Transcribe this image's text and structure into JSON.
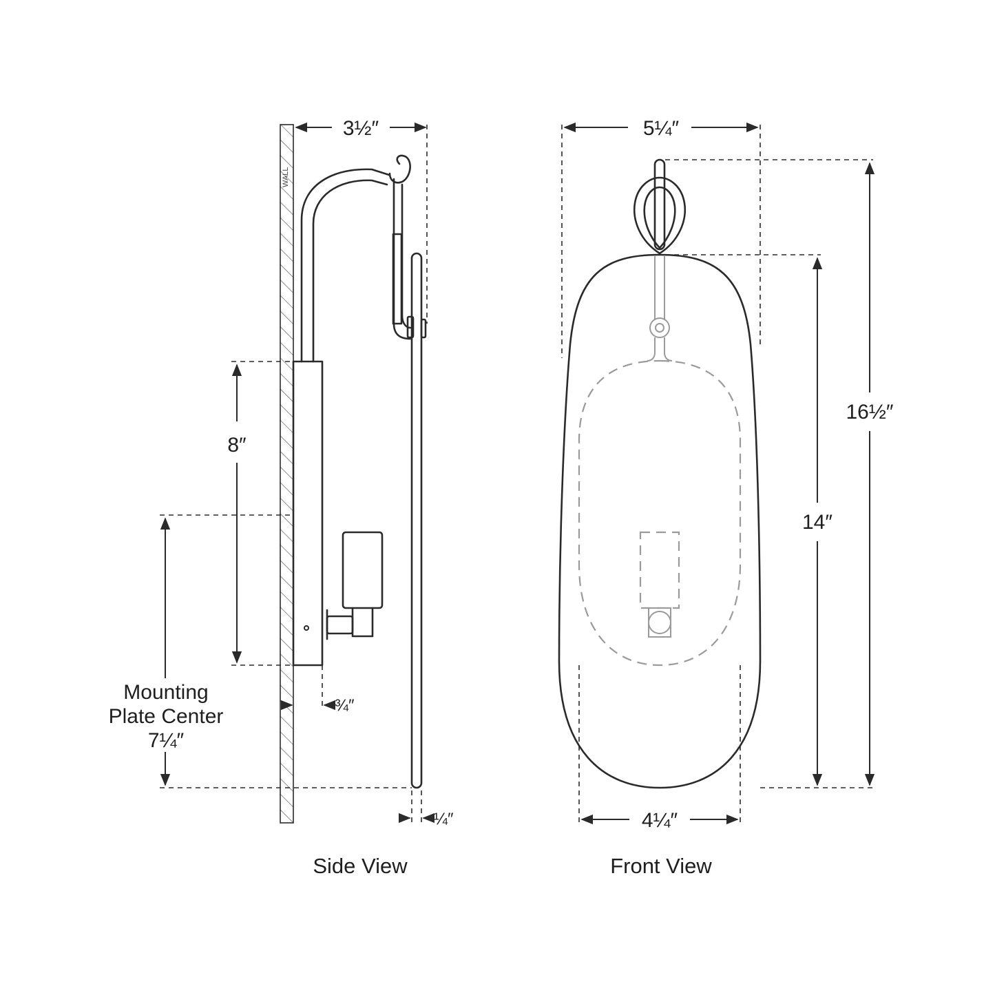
{
  "side_view": {
    "caption": "Side View",
    "wall_label": "WALL",
    "dims": {
      "depth": "3½″",
      "backplate_height": "8″",
      "backplate_depth": "¾″",
      "mounting_label_line1": "Mounting",
      "mounting_label_line2": "Plate Center",
      "mounting_value": "7¼″",
      "shade_thickness": "¼″"
    }
  },
  "front_view": {
    "caption": "Front View",
    "dims": {
      "width": "5¼″",
      "overall_height": "16½″",
      "shade_height": "14″",
      "shade_width": "4¼″"
    }
  }
}
